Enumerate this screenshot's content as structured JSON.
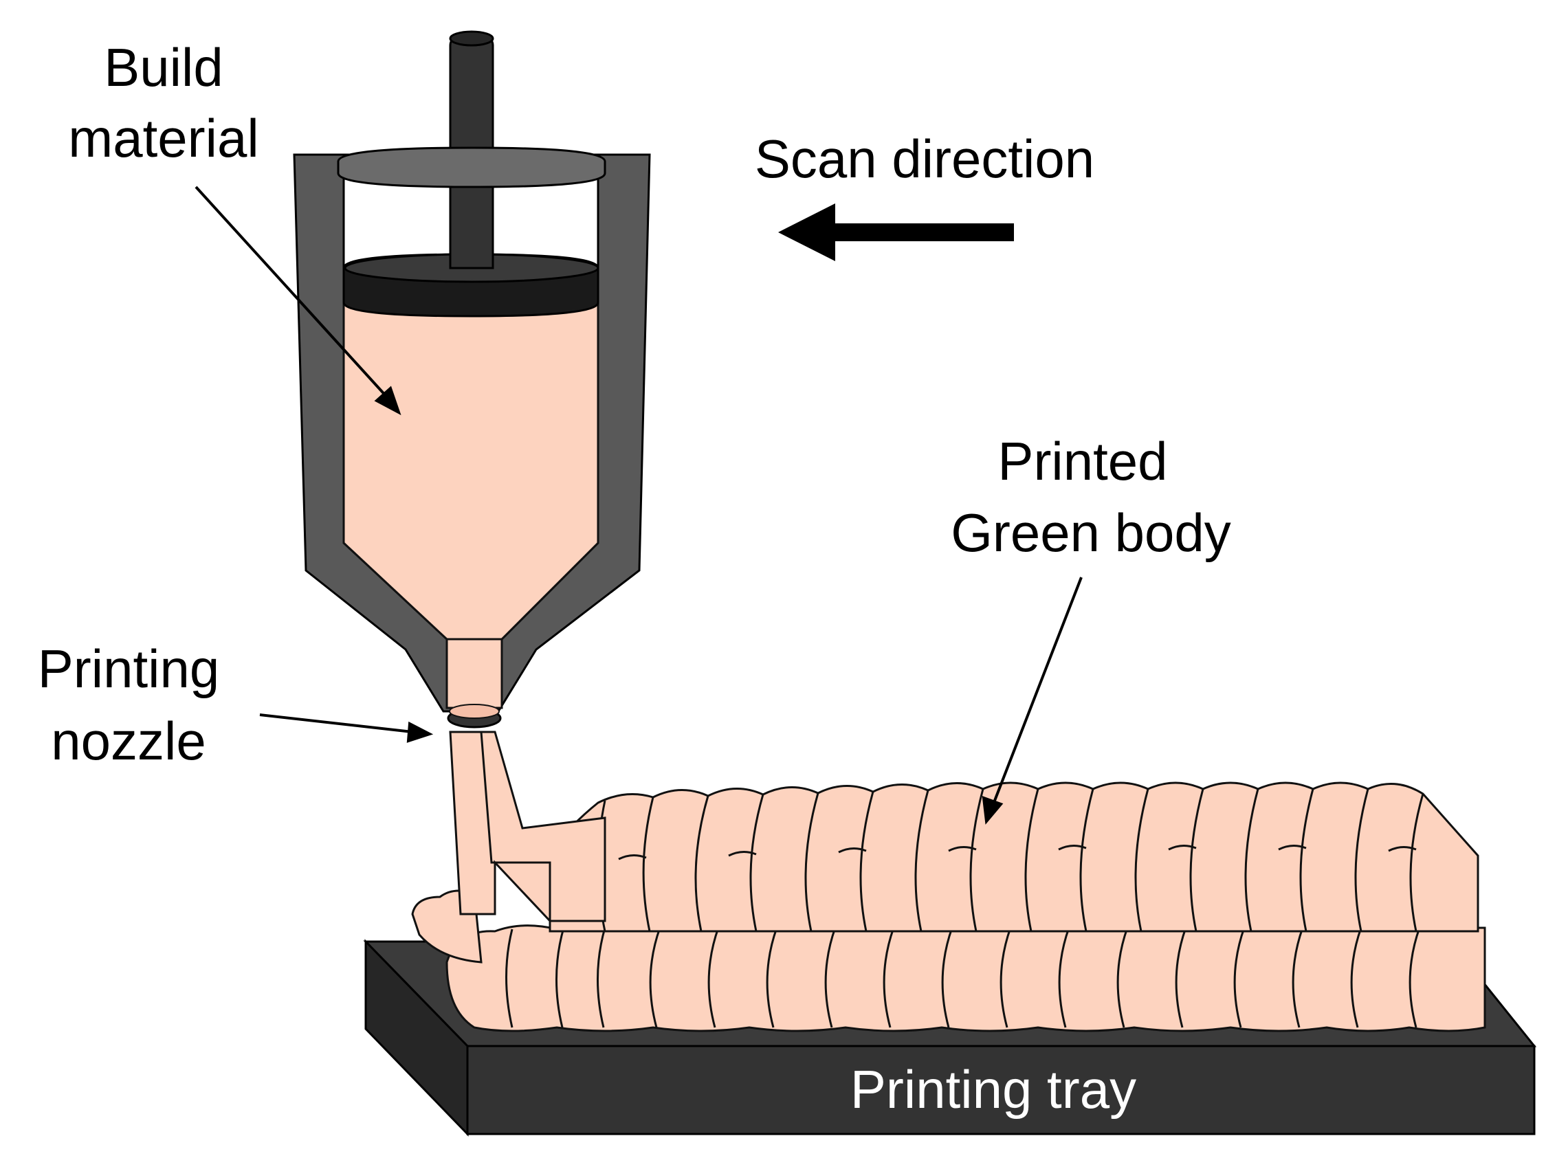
{
  "labels": {
    "build_material": [
      "Build",
      "material"
    ],
    "scan_direction": "Scan direction",
    "printed_green_body": [
      "Printed",
      "Green body"
    ],
    "printing_nozzle": [
      "Printing",
      "nozzle"
    ],
    "printing_tray": "Printing tray"
  },
  "colors": {
    "material": "#fdd3bf",
    "material_outline": "#111111",
    "frame": "#595959",
    "dark": "#262626",
    "plunger": "#333333",
    "tray_top": "#3b3b3b",
    "tray_front": "#333333",
    "tray_side": "#262626",
    "arrow": "#000000"
  },
  "icons": {
    "scan_arrow": "left-arrow-icon"
  }
}
